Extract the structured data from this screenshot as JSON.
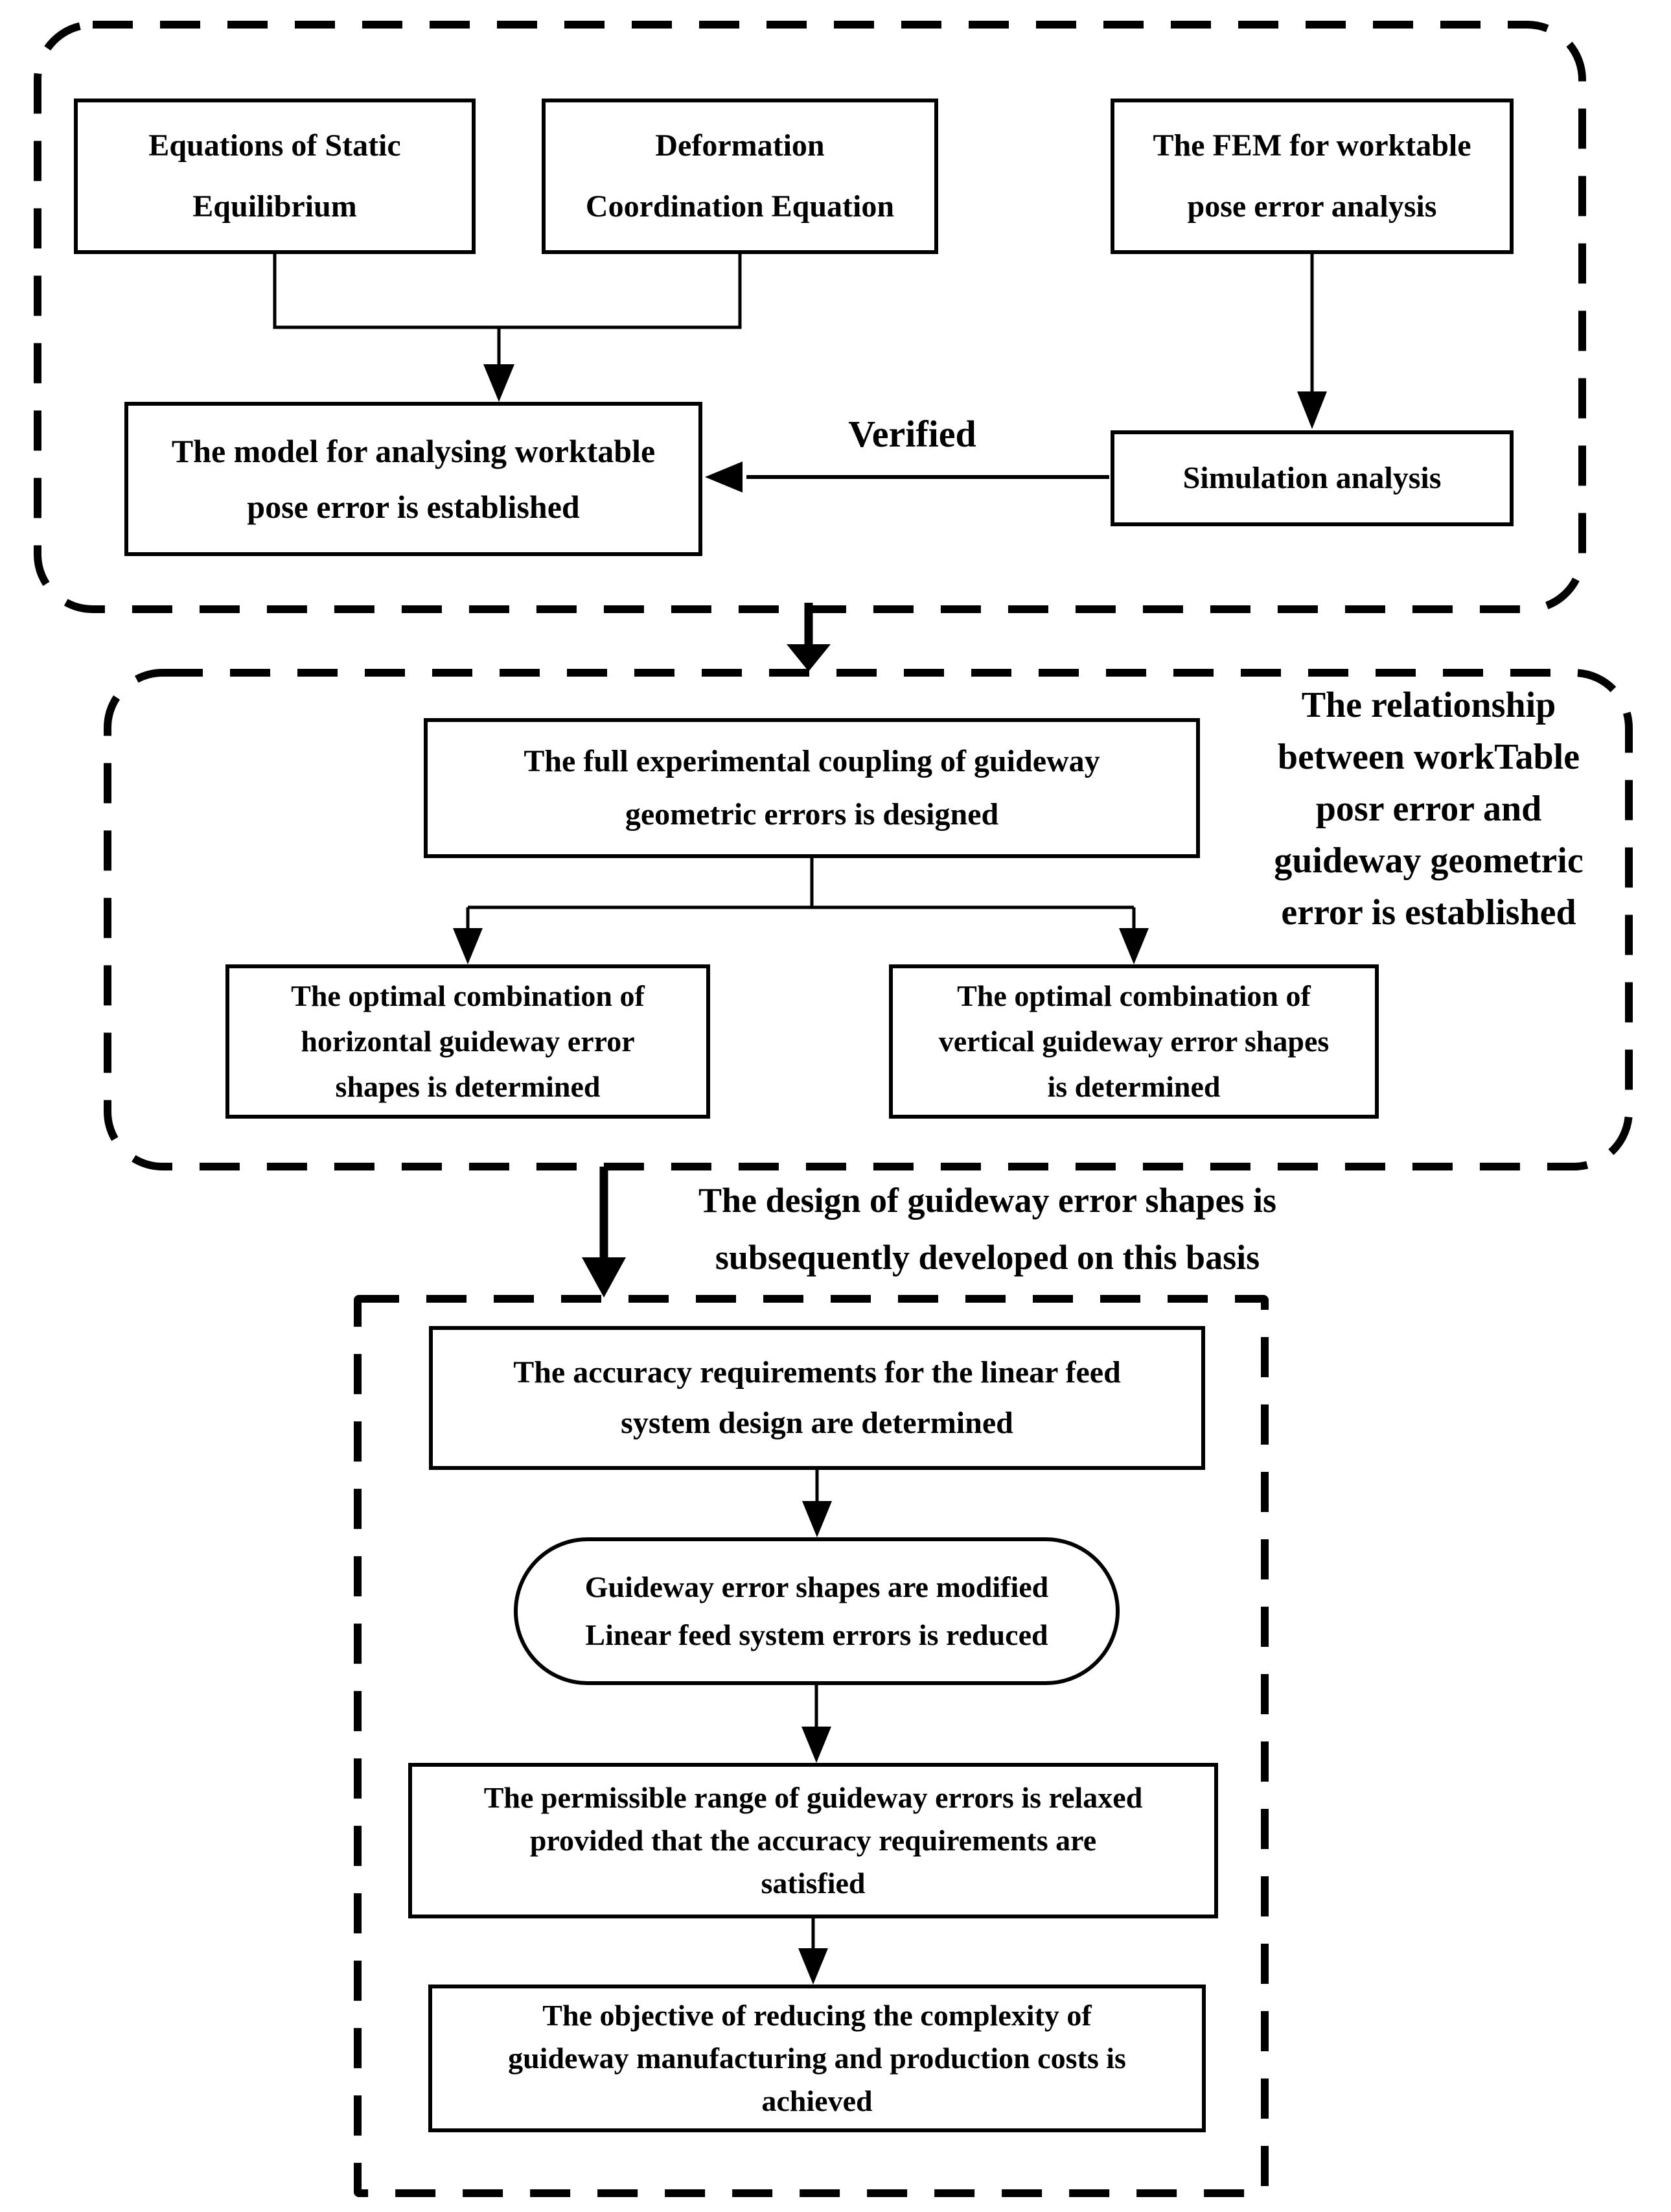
{
  "figure": {
    "type": "flowchart",
    "colors": {
      "ink": "#000000",
      "background": "#ffffff"
    },
    "section1": {
      "boxes": {
        "equations": {
          "lines": [
            "Equations of Static",
            "Equilibrium"
          ]
        },
        "deformation": {
          "lines": [
            "Deformation",
            "Coordination Equation"
          ]
        },
        "fem": {
          "lines": [
            "The FEM for worktable",
            "pose error analysis"
          ]
        },
        "model": {
          "lines": [
            "The model for analysing worktable",
            "pose error is established"
          ]
        },
        "simulation": {
          "lines": [
            "Simulation analysis"
          ]
        }
      },
      "verified_label": "Verified"
    },
    "section2": {
      "boxes": {
        "full_coupling": {
          "lines": [
            "The full experimental coupling of guideway",
            "geometric errors is designed"
          ]
        },
        "horizontal_optimal": {
          "lines": [
            "The optimal combination of",
            "horizontal guideway error",
            "shapes is determined"
          ]
        },
        "vertical_optimal": {
          "lines": [
            "The optimal combination of",
            "vertical guideway error shapes",
            "is determined"
          ]
        }
      },
      "side_note": {
        "lines": [
          "The relationship",
          "between workTable",
          "posr error and",
          "guideway geometric",
          "error is established"
        ]
      }
    },
    "transition_label": {
      "lines": [
        "The design of guideway error shapes is",
        "subsequently developed on this basis"
      ]
    },
    "section3": {
      "boxes": {
        "accuracy": {
          "lines": [
            "The accuracy requirements for the linear feed",
            "system design are determined"
          ]
        },
        "modify": {
          "lines": [
            "Guideway error shapes are modified",
            "Linear feed system errors is reduced"
          ]
        },
        "permissible": {
          "lines": [
            "The permissible range of guideway errors is relaxed",
            "provided that the accuracy requirements are",
            "satisfied"
          ]
        },
        "objective": {
          "lines": [
            "The objective of reducing the complexity of",
            "guideway manufacturing and production costs is",
            "achieved"
          ]
        }
      }
    }
  }
}
